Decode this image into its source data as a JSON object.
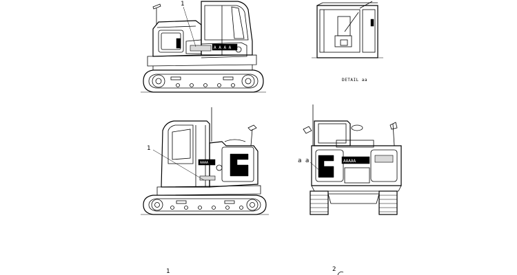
{
  "callouts": {
    "side_left_top": "1",
    "side_right_middle": "1",
    "front_middle": "a a",
    "bottom_left": "1",
    "bottom_right": "2"
  },
  "detail_label": "DETAIL aa"
}
